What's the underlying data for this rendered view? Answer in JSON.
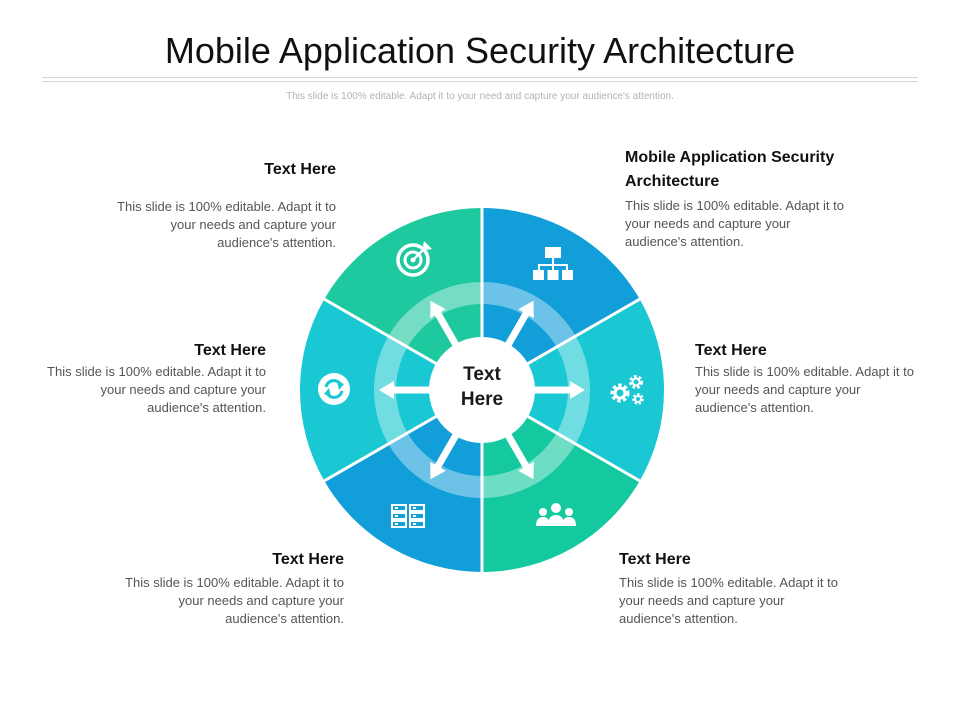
{
  "page": {
    "title": "Mobile Application Security Architecture",
    "subtitle": "This slide is 100% editable. Adapt it to your need and capture your audience's attention."
  },
  "center": {
    "line1": "Text",
    "line2": "Here"
  },
  "segments": [
    {
      "icon": "target-icon",
      "color": "#1fc9a0"
    },
    {
      "icon": "hierarchy-icon",
      "color": "#129fd9"
    },
    {
      "icon": "gears-icon",
      "color": "#19c8d2"
    },
    {
      "icon": "team-icon",
      "color": "#14c9a0"
    },
    {
      "icon": "servers-icon",
      "color": "#129fd9"
    },
    {
      "icon": "refresh-icon",
      "color": "#19c8d2"
    }
  ],
  "blocks": {
    "top_left": {
      "head": "Text Here",
      "body": "This slide is 100% editable. Adapt it to your needs and capture your audience's attention."
    },
    "top_right": {
      "head": "Mobile Application Security Architecture",
      "body": "This slide is 100% editable. Adapt it to your needs and capture your audience's attention."
    },
    "mid_left": {
      "head": "Text Here",
      "body": "This slide is 100% editable. Adapt it to your needs and capture your audience's attention."
    },
    "mid_right": {
      "head": "Text Here",
      "body": "This slide is 100% editable. Adapt it to your needs and capture your audience's attention."
    },
    "bottom_left": {
      "head": "Text Here",
      "body": "This slide is 100% editable. Adapt it to your needs and capture your audience's attention."
    },
    "bottom_right": {
      "head": "Text Here",
      "body": "This slide is 100% editable. Adapt it to your needs and capture your audience's attention."
    }
  }
}
